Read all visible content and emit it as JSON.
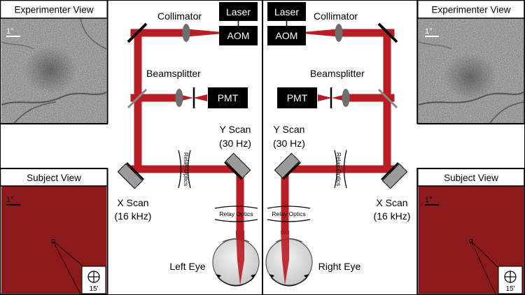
{
  "colors": {
    "beam": "#b71d23",
    "beam_dark": "#8e1419",
    "subject_bg": "#8c1a1a",
    "box": "#000000",
    "optic": "#6e6e6e",
    "mirror": "#000000"
  },
  "left": {
    "experimenter_title": "Experimenter View",
    "experimenter_scale": "1°",
    "subject_title": "Subject View",
    "subject_scale": "1°",
    "reticle_label": "15'",
    "laser": "Laser",
    "aom": "AOM",
    "collimator": "Collimator",
    "beamsplitter": "Beamsplitter",
    "pmt": "PMT",
    "y_scan": "Y Scan",
    "y_freq": "(30 Hz)",
    "x_scan": "X Scan",
    "x_freq": "(16 kHz)",
    "relay_optics_vertical": "Relay Optics",
    "relay_optics_horizontal": "Relay Optics",
    "eye": "Left Eye"
  },
  "right": {
    "experimenter_title": "Experimenter View",
    "experimenter_scale": "1°",
    "subject_title": "Subject View",
    "subject_scale": "1°",
    "reticle_label": "15'",
    "laser": "Laser",
    "aom": "AOM",
    "collimator": "Collimator",
    "beamsplitter": "Beamsplitter",
    "pmt": "PMT",
    "y_scan": "Y Scan",
    "y_freq": "(30 Hz)",
    "x_scan": "X Scan",
    "x_freq": "(16 kHz)",
    "relay_optics_vertical": "Relay Optics",
    "relay_optics_horizontal": "Relay Optics",
    "eye": "Right Eye"
  }
}
